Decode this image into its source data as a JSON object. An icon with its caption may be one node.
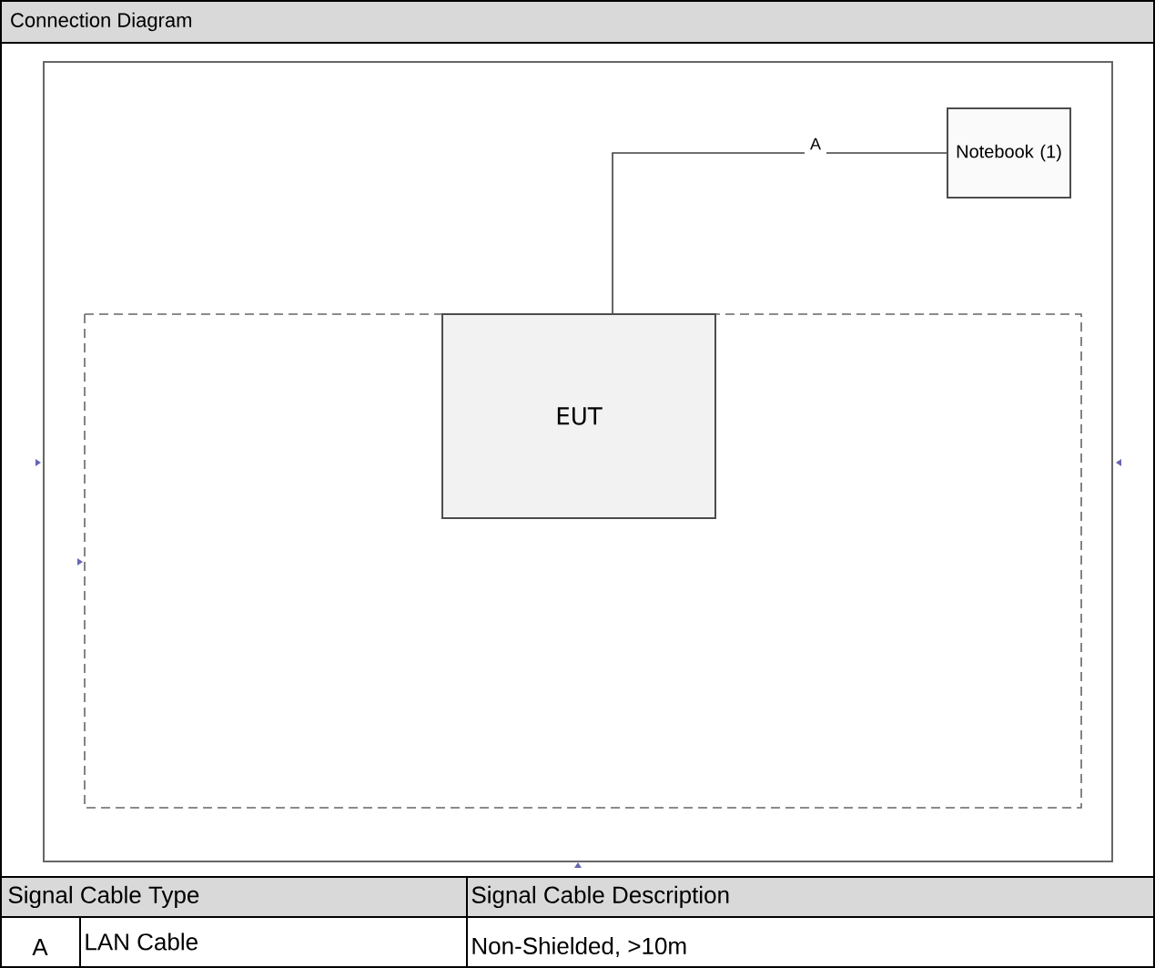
{
  "diagram": {
    "title": "Connection Diagram",
    "nodes": [
      {
        "text": [
          "EUT"
        ]
      },
      {
        "text": [
          "Notebook (1)"
        ]
      }
    ],
    "edges": [
      {
        "from": 0,
        "to": 1,
        "arrow": "none",
        "label": "A"
      }
    ],
    "labels": [
      "Signal Cable Type",
      "Signal Cable Description",
      "A",
      "LAN Cable",
      "Non-Shielded, >10m"
    ]
  }
}
